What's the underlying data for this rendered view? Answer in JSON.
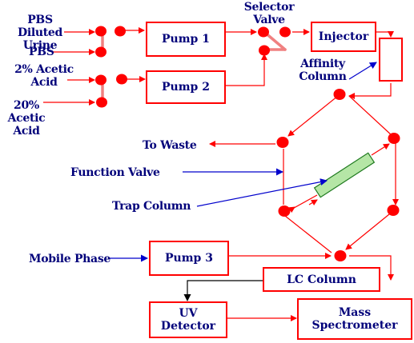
{
  "colors": {
    "text": "#00007a",
    "line": "#ff0000",
    "valve": "#ff0000",
    "valve_link": "#f08080",
    "trap_fill": "#b5e6a6",
    "trap_border": "#1f7a1f",
    "black_arrow": "#000000"
  },
  "labels": {
    "pbs_diluted_urine": "PBS Diluted\nUrine",
    "pbs": "PBS",
    "acetic_2": "2% Acetic\nAcid",
    "acetic_20": "20% Acetic\nAcid",
    "selector_valve": "Selector\nValve",
    "affinity_column": "Affinity\nColumn",
    "to_waste": "To Waste",
    "function_valve": "Function Valve",
    "trap_column": "Trap Column",
    "mobile_phase": "Mobile Phase"
  },
  "boxes": {
    "pump1": "Pump 1",
    "pump2": "Pump 2",
    "injector": "Injector",
    "pump3": "Pump 3",
    "lc_column": "LC Column",
    "uv_detector": "UV\nDetector",
    "mass_spectrometer": "Mass\nSpectrometer"
  }
}
